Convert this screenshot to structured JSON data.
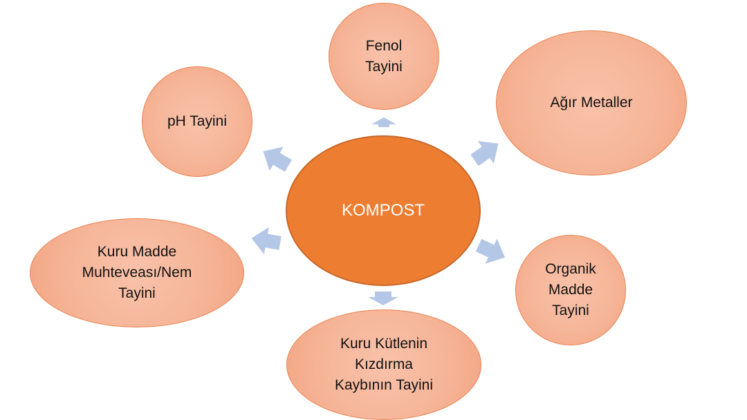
{
  "colors": {
    "center_fill": "#ed7d31",
    "node_fill": "#f6b598",
    "node_border": "#e8824f",
    "arrow_fill": "#b4c7e7"
  },
  "center": {
    "label": "KOMPOST"
  },
  "nodes": [
    {
      "id": "fenol",
      "label": "Fenol\nTayini"
    },
    {
      "id": "agir-metaller",
      "label": "Ağır Metaller"
    },
    {
      "id": "organik-madde",
      "label": "Organik\nMadde\nTayini"
    },
    {
      "id": "kuru-kutle",
      "label": "Kuru Kütlenin\nKızdırma\nKaybının Tayini"
    },
    {
      "id": "kuru-madde",
      "label": "Kuru Madde\nMuhteveası/Nem\nTayini"
    },
    {
      "id": "ph",
      "label": "pH Tayini"
    }
  ],
  "arrows": [
    "center→fenol",
    "center→agir-metaller",
    "center→organik-madde",
    "center→kuru-kutle",
    "center→kuru-madde",
    "center→ph"
  ]
}
